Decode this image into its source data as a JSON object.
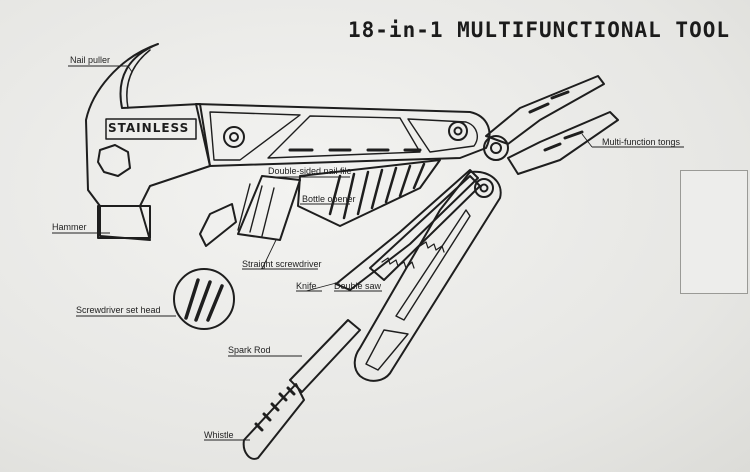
{
  "title": "18-in-1 MULTIFUNCTIONAL TOOL",
  "stamp_text": "STAINLESS",
  "labels": {
    "nail_puller": "Nail puller",
    "hammer": "Hammer",
    "double_sided_nail_file": "Double-sided nail file",
    "bottle_opener": "Bottle opener",
    "straight_screwdriver": "Straight screwdriver",
    "knife": "Knife",
    "double_saw": "Double saw",
    "screwdriver_set_head": "Screwdriver set head",
    "spark_rod": "Spark Rod",
    "whistle": "Whistle",
    "multi_function_tongs": "Multi-function tongs"
  },
  "colors": {
    "ink": "#1e1e1e",
    "paper": "#e9e9e7"
  }
}
